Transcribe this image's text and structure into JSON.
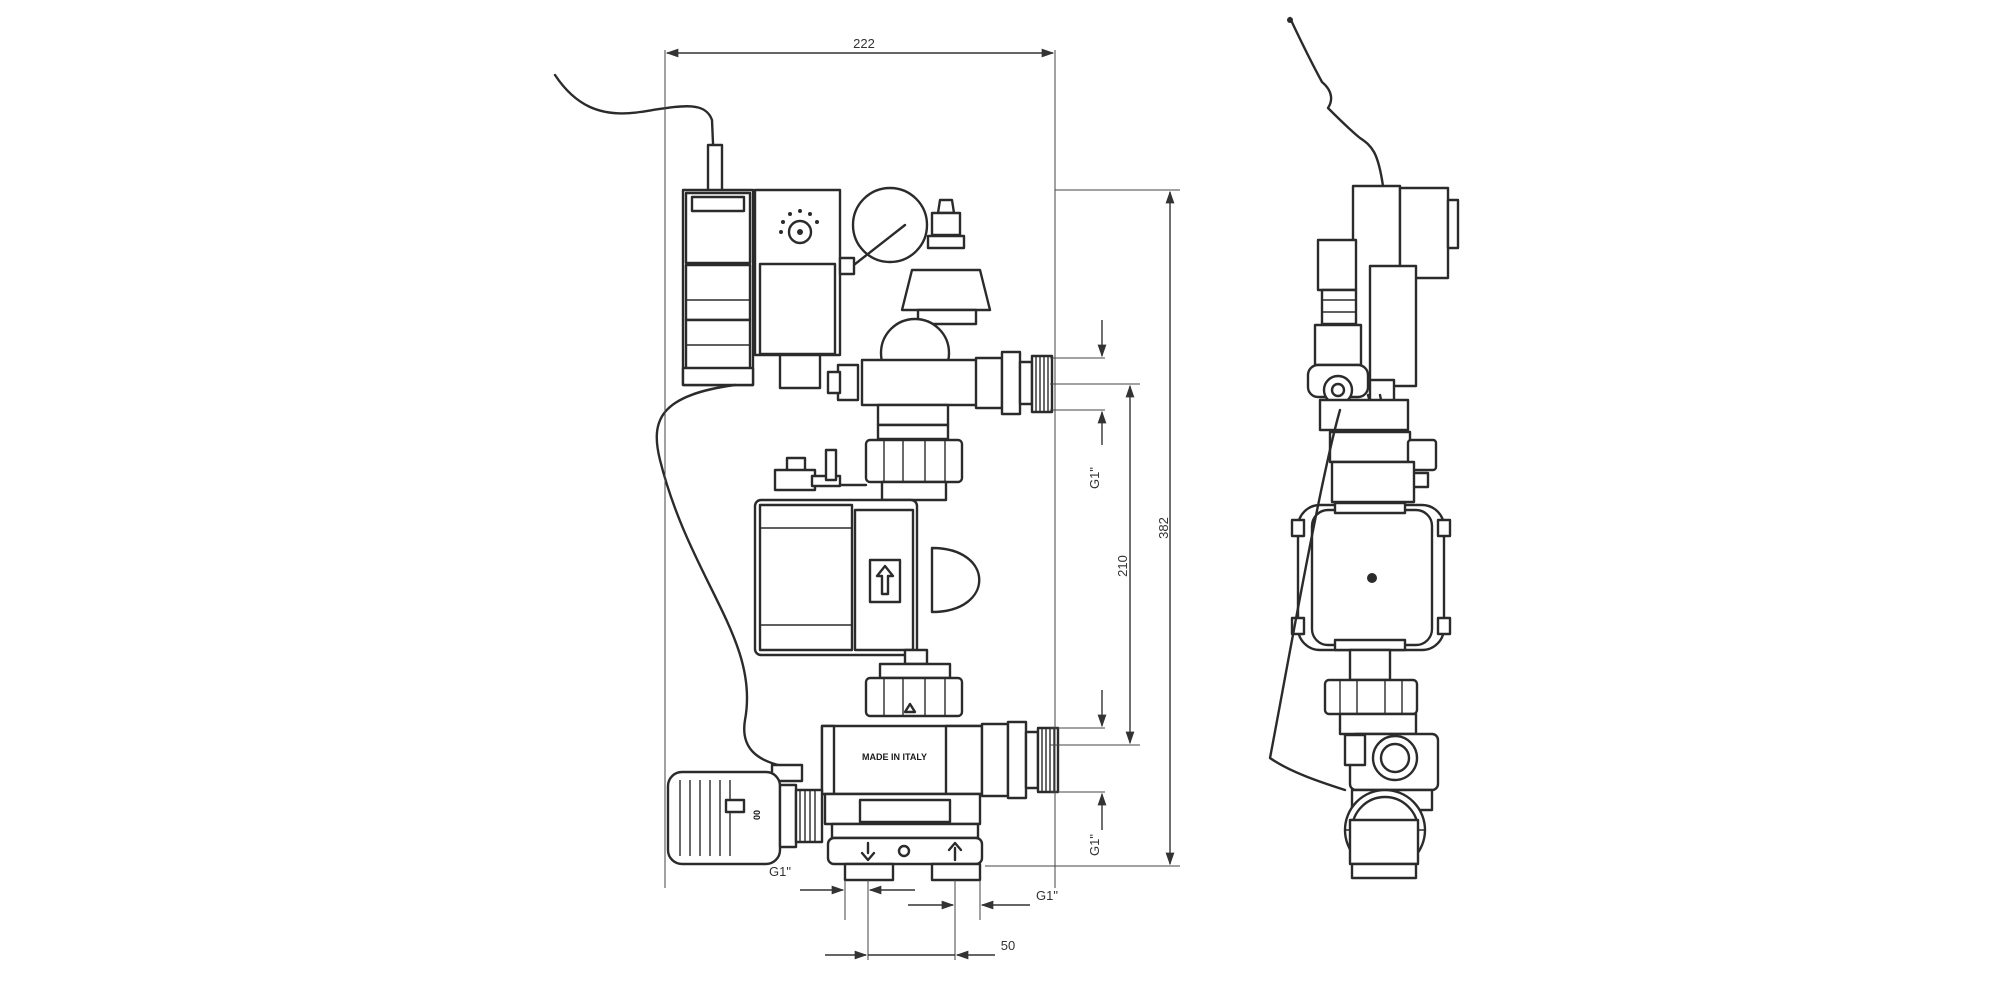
{
  "dimensions": {
    "overall_width": "222",
    "overall_height": "382",
    "connection_spacing": "210",
    "inlet_spacing": "50",
    "thread_right_upper": "G1\"",
    "thread_right_lower": "G1\"",
    "thread_bottom_left": "G1\"",
    "thread_bottom_right": "G1\""
  },
  "labels": {
    "manufacturing_mark": "MADE IN ITALY"
  },
  "icons": {
    "flow_arrow": "arrow-up-icon",
    "inlet_arrow": "arrow-down-icon",
    "outlet_arrow": "arrow-up-icon"
  },
  "colors": {
    "line": "#2b2b2b",
    "background": "#ffffff"
  }
}
